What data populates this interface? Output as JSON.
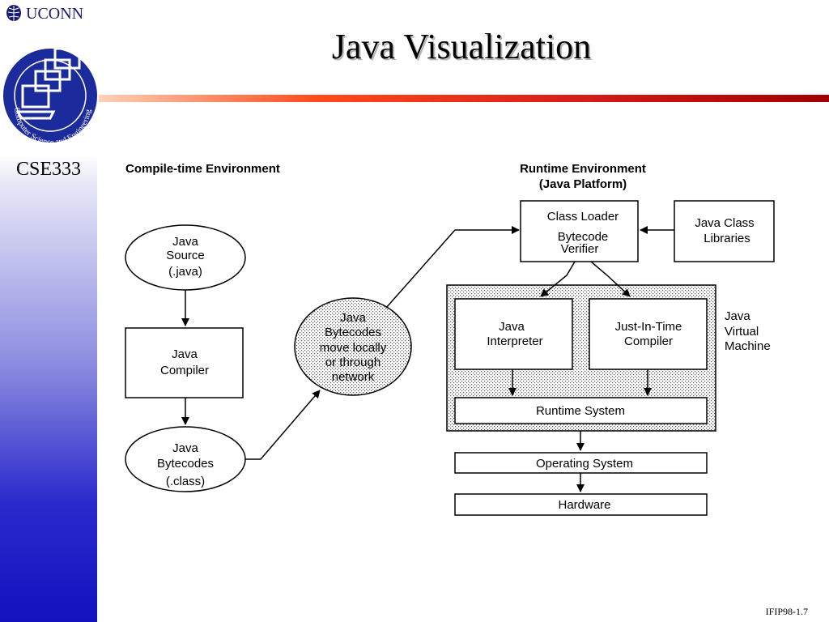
{
  "header": {
    "university": "UCONN",
    "logo_ring_text": "Computer Science and Engineering",
    "course": "CSE333",
    "title": "Java Visualization",
    "footer": "IFIP98-1.7"
  },
  "diagram": {
    "compile_heading": "Compile-time Environment",
    "runtime_heading_line1": "Runtime Environment",
    "runtime_heading_line2": "(Java Platform)",
    "source": [
      "Java",
      "Source",
      "(.java)"
    ],
    "compiler": [
      "Java",
      "Compiler"
    ],
    "bytecodes": [
      "Java",
      "Bytecodes",
      "(.class)"
    ],
    "network": [
      "Java",
      "Bytecodes",
      "move locally",
      "or through",
      "network"
    ],
    "loader": [
      "Class Loader",
      "Bytecode",
      "Verifier"
    ],
    "libraries": [
      "Java Class",
      "Libraries"
    ],
    "interpreter": [
      "Java",
      "Interpreter"
    ],
    "jit": [
      "Just-In-Time",
      "Compiler"
    ],
    "jvm_label": [
      "Java",
      "Virtual",
      "Machine"
    ],
    "runtime_system": "Runtime  System",
    "os": "Operating System",
    "hardware": "Hardware"
  }
}
